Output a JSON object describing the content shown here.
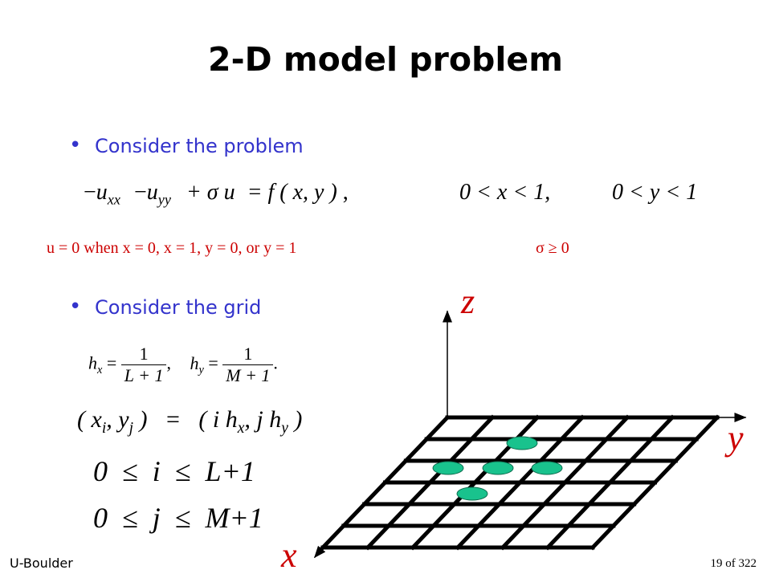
{
  "slide": {
    "title": "2-D model problem",
    "bullet1": "Consider the problem",
    "bullet2": "Consider the grid",
    "bullet_dot": "•"
  },
  "equation": {
    "lhs_minus": "−",
    "u_xx_base": "u",
    "u_xx_sub": "xx",
    "minus2": "−",
    "u_yy_base": "u",
    "u_yy_sub": "yy",
    "plus_sigma_u": "+ σ u",
    "equals_f": "= f ( x, y )",
    "comma": ",",
    "range_x": "0 < x < 1,",
    "range_y": "0 < y < 1"
  },
  "boundary": {
    "condition": "u = 0 when x = 0, x = 1, y = 0, or y = 1",
    "sigma": "σ ≥ 0"
  },
  "grid_spacing": {
    "hx_lhs": "h",
    "hx_sub": "x",
    "hx_eq": "=",
    "hx_num": "1",
    "hx_den": "L + 1",
    "hx_comma": ",",
    "hy_lhs": "h",
    "hy_sub": "y",
    "hy_eq": "=",
    "hy_num": "1",
    "hy_den": "M + 1",
    "hy_dot": "."
  },
  "grid_points": {
    "lhs": "( x",
    "lhs_sub_i": "i",
    "lhs_mid": ", y",
    "lhs_sub_j": "j",
    "lhs_close": " )",
    "equals": "=",
    "rhs": "( i h",
    "rhs_sub_x": "x",
    "rhs_mid": ", j h",
    "rhs_sub_y": "y",
    "rhs_close": " )"
  },
  "ranges": {
    "i_range": "0  ≤  i  ≤  L+1",
    "j_range": "0  ≤  j  ≤  M+1"
  },
  "axes": {
    "z": "z",
    "y": "y",
    "x": "x"
  },
  "footer": {
    "left": "U-Boulder",
    "right": "19 of 322"
  },
  "colors": {
    "bullet_text": "#3333cc",
    "condition_text": "#cc0000",
    "axis_label": "#cc0000",
    "grid_node": "#19c28d"
  }
}
